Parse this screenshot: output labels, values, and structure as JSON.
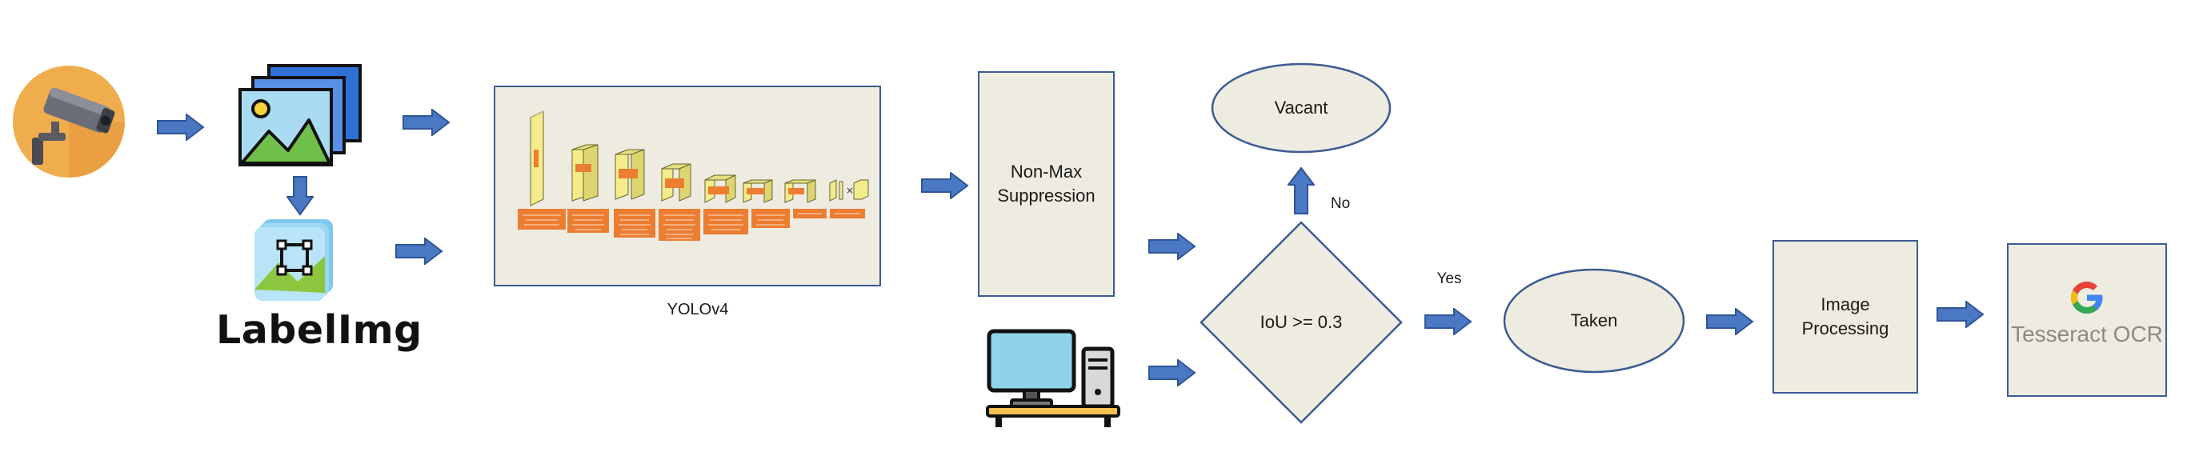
{
  "nodes": {
    "yolo_caption": "YOLOv4",
    "labelimg_text": "LabelImg",
    "nms": [
      "Non-Max",
      "Suppression"
    ],
    "vacant": "Vacant",
    "decision": "IoU >= 0.3",
    "taken": "Taken",
    "image_processing": [
      "Image",
      "Processing"
    ],
    "ocr": "Tesseract OCR"
  },
  "edges": {
    "no_label": "No",
    "yes_label": "Yes"
  },
  "icons": [
    "camera-icon",
    "images-icon",
    "labelimg-icon",
    "computer-icon",
    "google-g-icon"
  ],
  "colors": {
    "arrow_fill": "#4a78c2",
    "arrow_stroke": "#2f5597",
    "box_fill": "#eeebe0",
    "box_border": "#3c5b94",
    "layer_yellow": "#f2ec8a",
    "layer_orange": "#ed7d31"
  }
}
